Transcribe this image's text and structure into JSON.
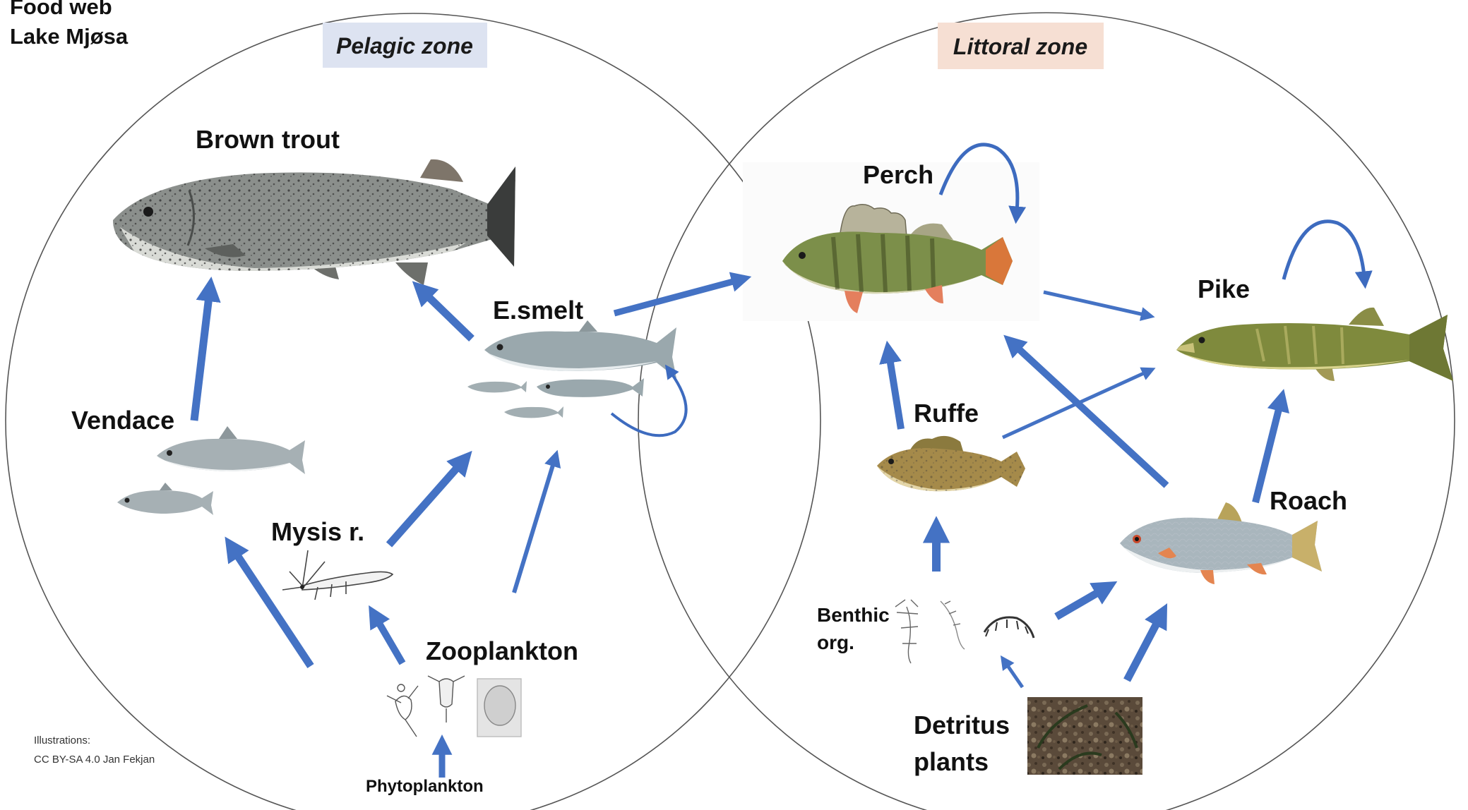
{
  "title": {
    "line1": "Food web",
    "line2": "Lake Mjøsa"
  },
  "zones": {
    "pelagic": "Pelagic zone",
    "littoral": "Littoral zone"
  },
  "species": {
    "brown_trout": "Brown trout",
    "e_smelt": "E.smelt",
    "vendace": "Vendace",
    "mysis": "Mysis r.",
    "zooplankton": "Zooplankton",
    "phytoplankton": "Phytoplankton",
    "perch": "Perch",
    "pike": "Pike",
    "ruffe": "Ruffe",
    "roach": "Roach",
    "benthic_line1": "Benthic",
    "benthic_line2": "org.",
    "detritus_line1": "Detritus",
    "detritus_line2": "plants"
  },
  "credit": {
    "line1": "Illustrations:",
    "line2": "CC BY-SA 4.0 Jan Fekjan"
  },
  "colors": {
    "arrow": "#4472c4",
    "pelagic_badge": "#dde3f1",
    "littoral_badge": "#f6dfd3",
    "circle_stroke": "#555555"
  }
}
